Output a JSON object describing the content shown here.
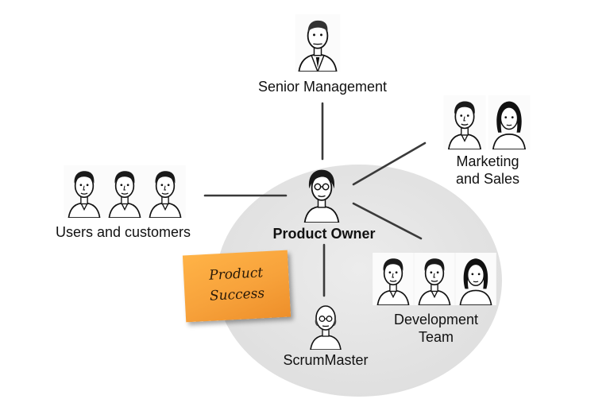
{
  "nodes": {
    "senior_management": "Senior Management",
    "marketing_sales_line1": "Marketing",
    "marketing_sales_line2": "and Sales",
    "users_customers": "Users and customers",
    "product_owner": "Product Owner",
    "development_line1": "Development",
    "development_line2": "Team",
    "scrum_master": "ScrumMaster"
  },
  "sticky_note": {
    "line1": "Product",
    "line2": "Success"
  },
  "colors": {
    "circle_fill": "#e6e6e6",
    "connector": "#3a3a3a",
    "note": "#f7a23b"
  },
  "icons": [
    "person-icon"
  ]
}
